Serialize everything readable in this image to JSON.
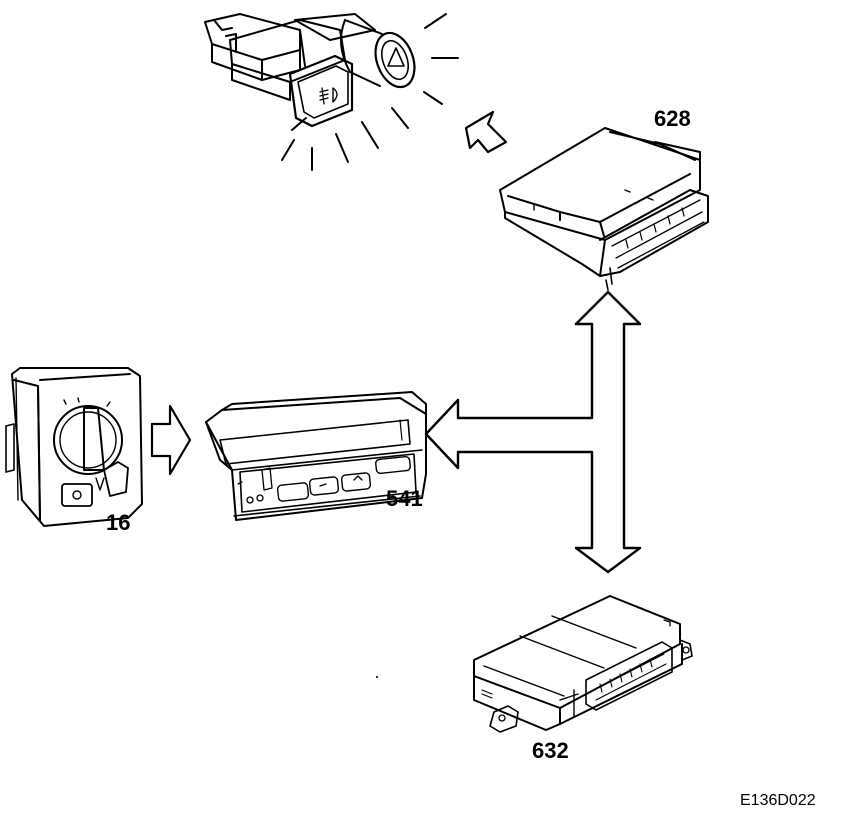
{
  "labels": {
    "switch": "16",
    "display": "541",
    "unit_top": "628",
    "unit_bottom": "632"
  },
  "reference": "E136D022",
  "icons": [
    "fog-light-icon",
    "hazard-triangle-icon",
    "light-switch-knob-icon"
  ],
  "colors": {
    "line": "#000000",
    "background": "#ffffff"
  }
}
